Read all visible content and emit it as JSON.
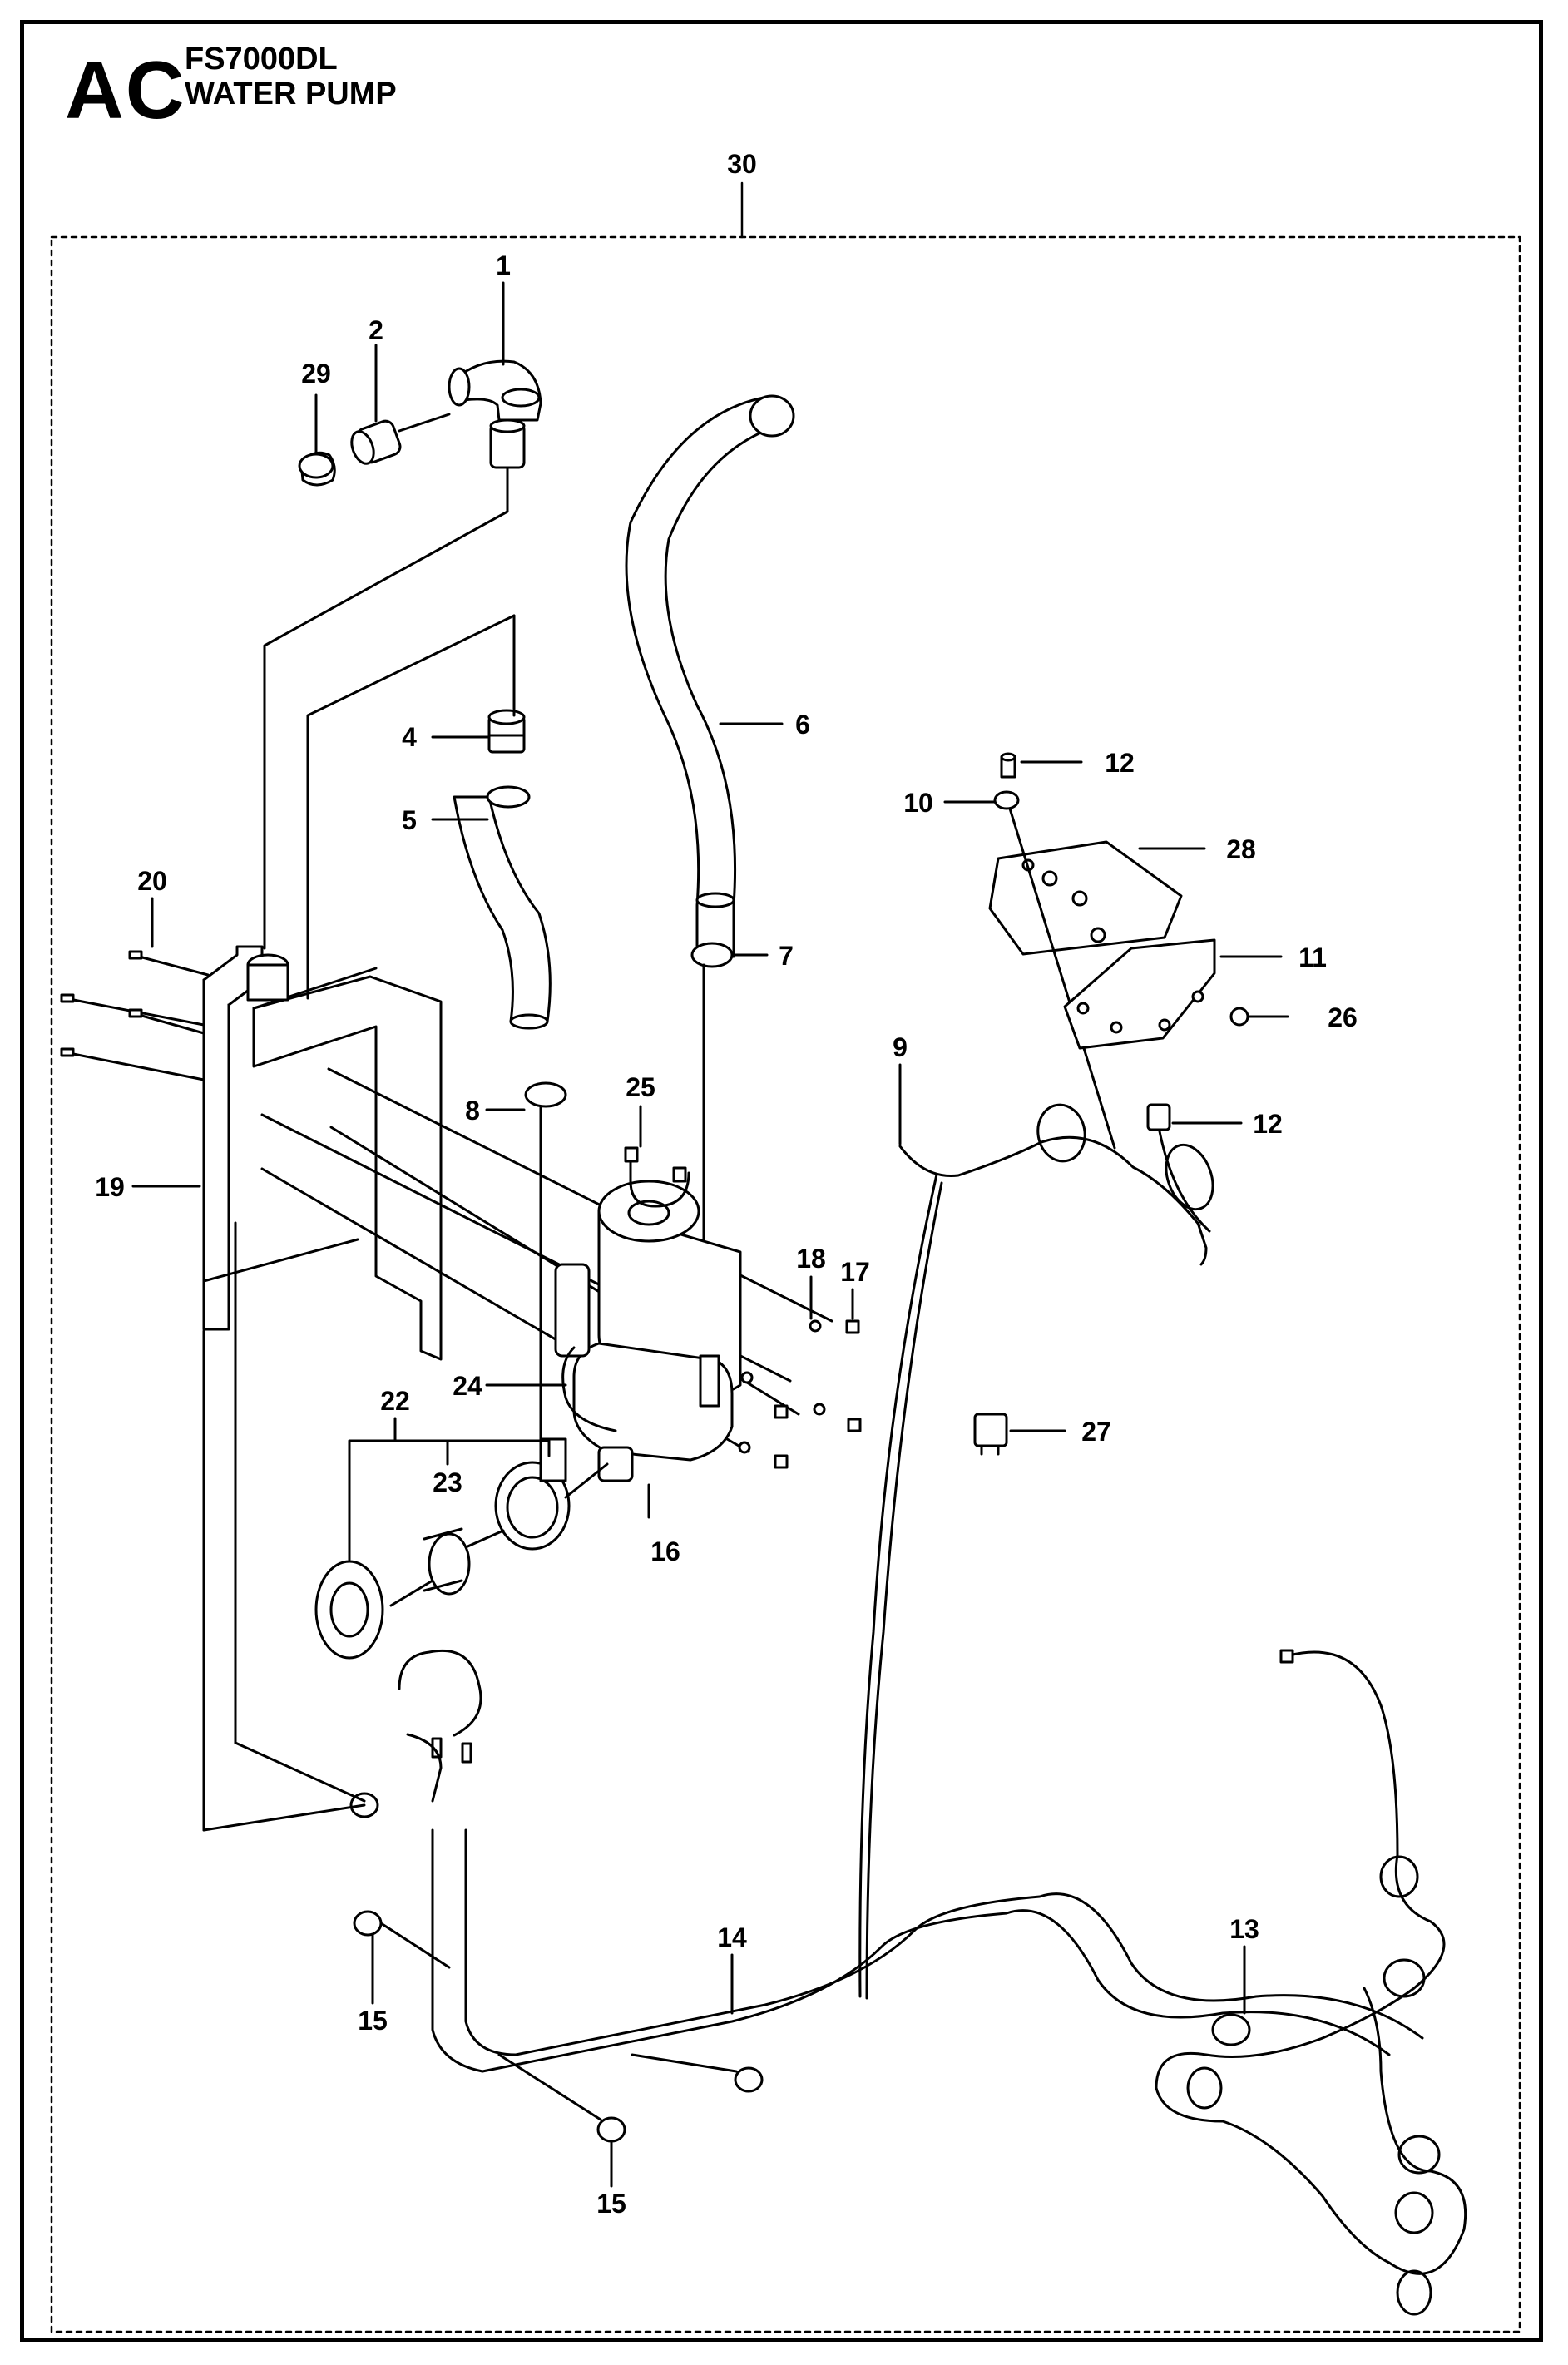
{
  "header": {
    "section_code": "AC",
    "model": "FS7000DL",
    "title": "WATER PUMP"
  },
  "callouts": [
    {
      "id": "c30",
      "label": "30"
    },
    {
      "id": "c1",
      "label": "1"
    },
    {
      "id": "c2",
      "label": "2"
    },
    {
      "id": "c29",
      "label": "29"
    },
    {
      "id": "c4",
      "label": "4"
    },
    {
      "id": "c5",
      "label": "5"
    },
    {
      "id": "c6",
      "label": "6"
    },
    {
      "id": "c7",
      "label": "7"
    },
    {
      "id": "c8",
      "label": "8"
    },
    {
      "id": "c12a",
      "label": "12"
    },
    {
      "id": "c10",
      "label": "10"
    },
    {
      "id": "c28",
      "label": "28"
    },
    {
      "id": "c11",
      "label": "11"
    },
    {
      "id": "c26",
      "label": "26"
    },
    {
      "id": "c12b",
      "label": "12"
    },
    {
      "id": "c9",
      "label": "9"
    },
    {
      "id": "c20",
      "label": "20"
    },
    {
      "id": "c25",
      "label": "25"
    },
    {
      "id": "c19",
      "label": "19"
    },
    {
      "id": "c18",
      "label": "18"
    },
    {
      "id": "c17",
      "label": "17"
    },
    {
      "id": "c24",
      "label": "24"
    },
    {
      "id": "c22",
      "label": "22"
    },
    {
      "id": "c23",
      "label": "23"
    },
    {
      "id": "c16",
      "label": "16"
    },
    {
      "id": "c27",
      "label": "27"
    },
    {
      "id": "c13",
      "label": "13"
    },
    {
      "id": "c14",
      "label": "14"
    },
    {
      "id": "c15a",
      "label": "15"
    },
    {
      "id": "c15b",
      "label": "15"
    }
  ]
}
